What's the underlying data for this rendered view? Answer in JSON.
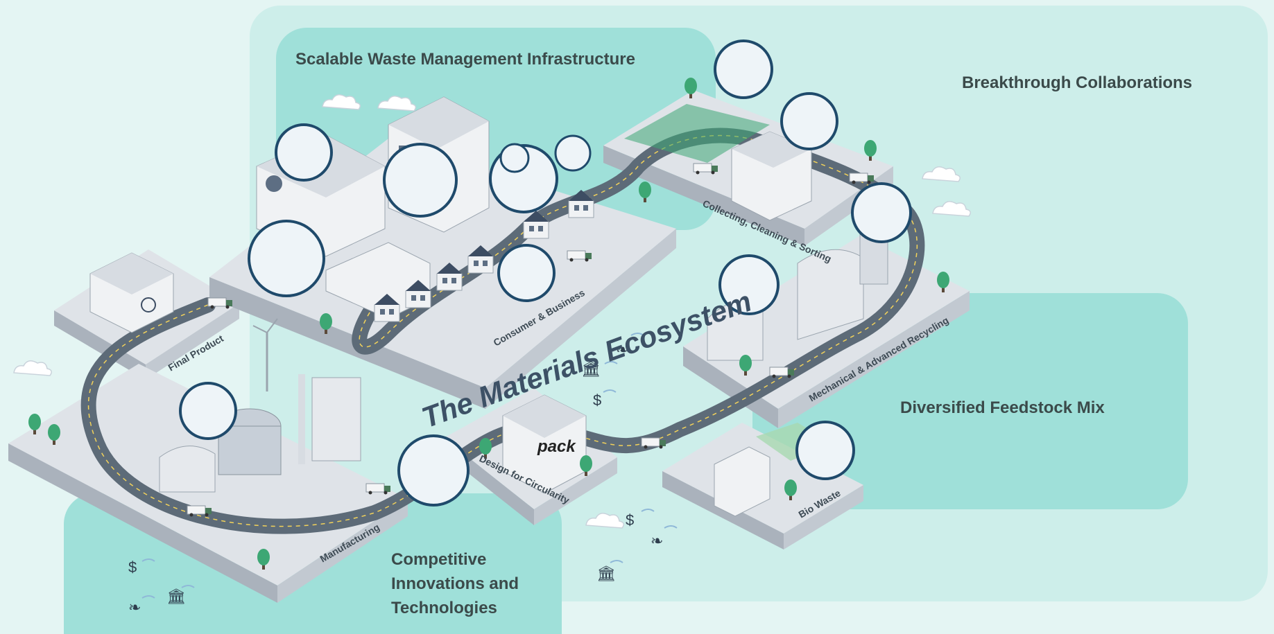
{
  "regions": {
    "waste": "Scalable Waste Management Infrastructure",
    "collab": "Breakthrough Collaborations",
    "feedstock": "Diversified Feedstock Mix",
    "innovations_line1": "Competitive",
    "innovations_line2": "Innovations and",
    "innovations_line3": "Technologies"
  },
  "ecosystem_title": "The Materials Ecosystem",
  "zones": {
    "final_product": "Final Product",
    "consumer_business": "Consumer & Business",
    "collecting": "Collecting, Cleaning & Sorting",
    "recycling": "Mechanical & Advanced Recycling",
    "design": "Design for Circularity",
    "bio_waste": "Bio Waste",
    "manufacturing": "Manufacturing"
  },
  "signage": {
    "pack": "pack"
  },
  "colors": {
    "background": "#e4f5f3",
    "outer_panel": "#cdeeea",
    "region_panel": "#9fe0d9",
    "road": "#5d6b78",
    "road_line": "#f2d25a",
    "platform_top": "#dfe3e8",
    "platform_side": "#aab2bc",
    "building": "#f0f2f4",
    "circle_ring": "#1f4a6b",
    "tree": "#3da774",
    "title_text": "#3b4a4a"
  },
  "icons": [
    "dollar-icon",
    "leaf-icon",
    "bank-icon",
    "wind-icon",
    "cloud-icon",
    "tree-icon",
    "truck-icon",
    "person-icon",
    "wind-turbine-icon",
    "atom-icon",
    "recycle-icon",
    "bottle-icon"
  ]
}
